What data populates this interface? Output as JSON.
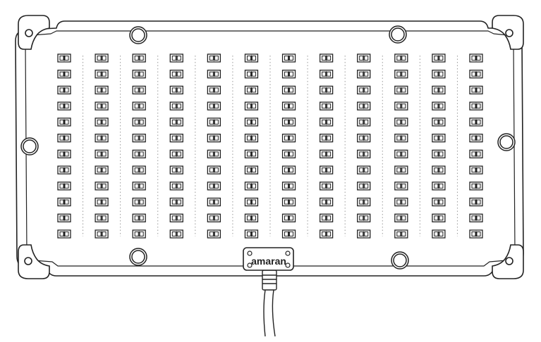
{
  "product": {
    "brand_label": "amaran"
  },
  "led_grid": {
    "columns": 12,
    "rows": 12
  },
  "colors": {
    "outline": "#222222",
    "background": "#ffffff",
    "led_fill": "#ffffff",
    "divider": "#9a9a9a"
  }
}
